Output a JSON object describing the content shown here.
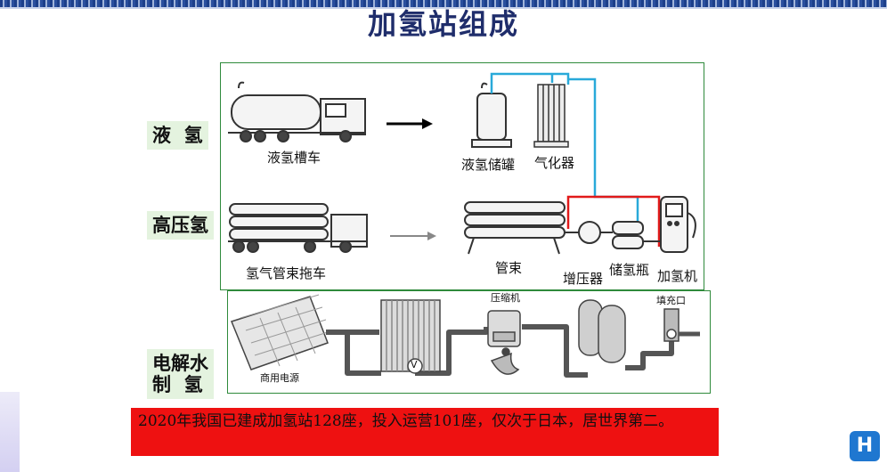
{
  "title": "加氢站组成",
  "rows": {
    "liquid": "液  氢",
    "high_pressure": "高压氢",
    "electrolysis": "电解水\n制  氢"
  },
  "captions": {
    "liquid_tanker": "液氢槽车",
    "liquid_storage": "液氢储罐",
    "vaporizer": "气化器",
    "tube_trailer": "氢气管束拖车",
    "tube_bundle": "管束",
    "compressor": "增压器",
    "storage_bottle": "储氢瓶",
    "dispenser": "加氢机",
    "grid_power": "商用电源",
    "compressor_small": "压缩机",
    "fill_port": "填充口",
    "voltmeter": "V"
  },
  "note": "2020年我国已建成加氢站128座，投入运营101座，仅次于日本，居世界第二。",
  "logo_letter": "H",
  "colors": {
    "title": "#1f2d6b",
    "panel_border": "#2f8a3b",
    "label_bg": "#e4f3df",
    "pipe_blue": "#29a9d9",
    "pipe_red": "#e11a1a",
    "note_bg": "#ee1111",
    "logo": "#1f77d0"
  }
}
